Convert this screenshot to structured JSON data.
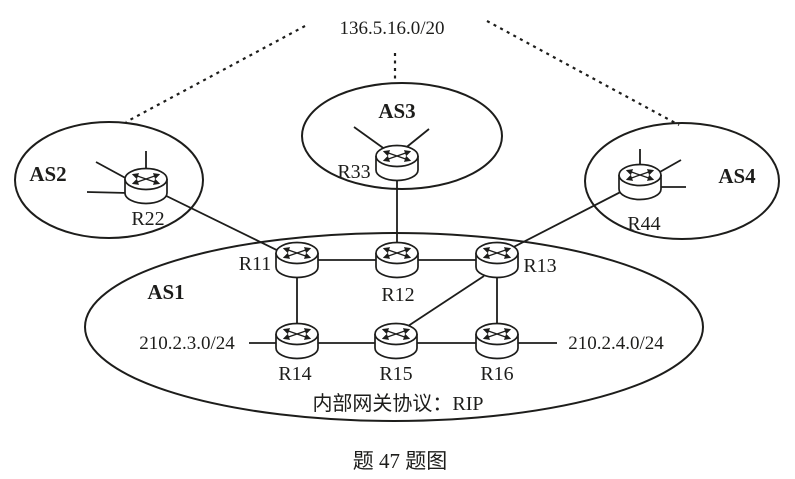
{
  "background": "#ffffff",
  "ink": "#1d1d1b",
  "supernet_label": "136.5.16.0/20",
  "caption": "题 47 题图",
  "as1": {
    "label": "AS1",
    "igp_label": "内部网关协议：RIP",
    "net_left": "210.2.3.0/24",
    "net_right": "210.2.4.0/24"
  },
  "as2": {
    "label": "AS2"
  },
  "as3": {
    "label": "AS3"
  },
  "as4": {
    "label": "AS4"
  },
  "routers": {
    "r11": "R11",
    "r12": "R12",
    "r13": "R13",
    "r14": "R14",
    "r15": "R15",
    "r16": "R16",
    "r22": "R22",
    "r33": "R33",
    "r44": "R44"
  },
  "icons": {
    "router": "cylinder-with-crossed-arrows"
  }
}
